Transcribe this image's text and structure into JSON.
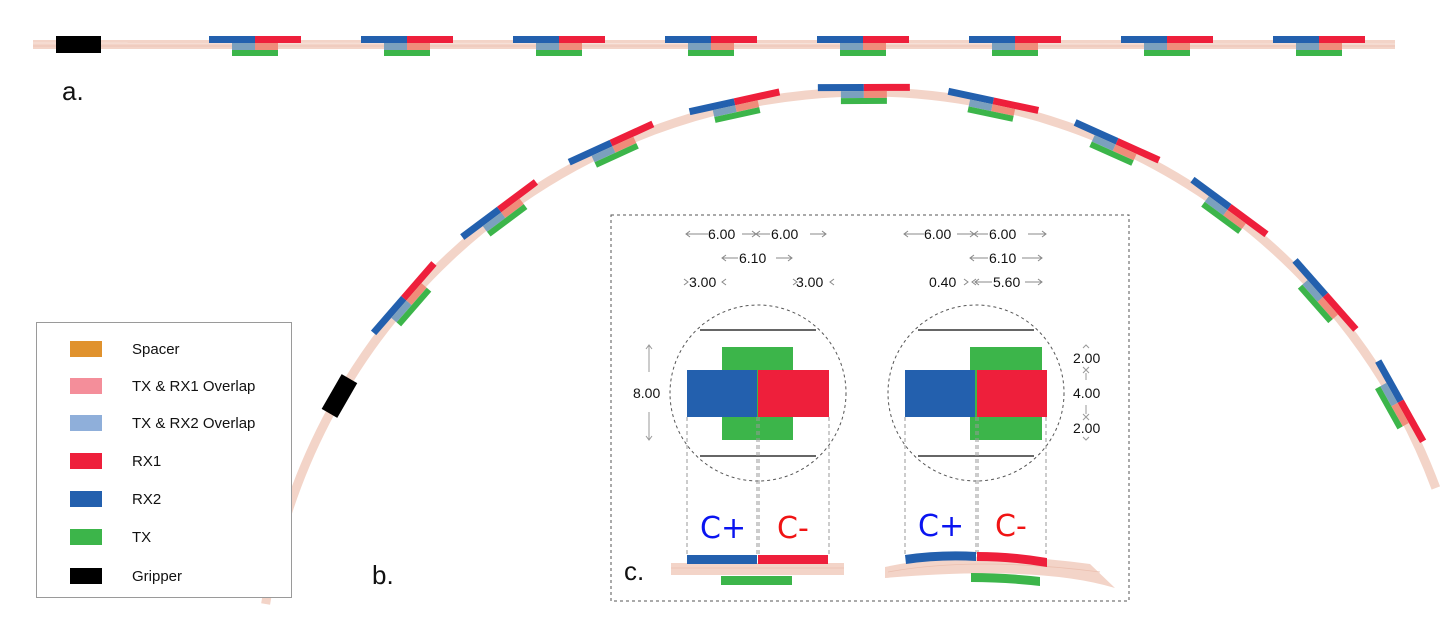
{
  "colors": {
    "spacer": "#E0922E",
    "tx_rx1_overlap": "#F48E9A",
    "tx_rx2_overlap": "#8FAFDA",
    "rx1": "#EE1F3B",
    "rx2": "#2360AE",
    "tx": "#3CB54A",
    "gripper": "#000000",
    "substrate": "#F3D4C8",
    "c_plus": "#0A14F0",
    "c_minus": "#F01414"
  },
  "panels": {
    "a": "a.",
    "b": "b.",
    "c": "c."
  },
  "legend": {
    "items": [
      {
        "key": "spacer",
        "label": "Spacer"
      },
      {
        "key": "tx_rx1_overlap",
        "label": "TX & RX1 Overlap"
      },
      {
        "key": "tx_rx2_overlap",
        "label": "TX & RX2 Overlap"
      },
      {
        "key": "rx1",
        "label": "RX1"
      },
      {
        "key": "rx2",
        "label": "RX2"
      },
      {
        "key": "tx",
        "label": "TX"
      },
      {
        "key": "gripper",
        "label": "Gripper"
      }
    ]
  },
  "panel_a": {
    "electrode_sets": 8,
    "has_gripper": true
  },
  "panel_b": {
    "electrode_sets": 10,
    "has_gripper": true
  },
  "detail_left": {
    "dims_top": [
      "6.00",
      "6.00"
    ],
    "dim_middle": "6.10",
    "dims_bottom": [
      "3.00",
      "3.00"
    ],
    "dim_height": "8.00",
    "c_plus": "C+",
    "c_minus": "C-"
  },
  "detail_right": {
    "dims_top": [
      "6.00",
      "6.00"
    ],
    "dim_middle": "6.10",
    "dims_bottom": [
      "0.40",
      "5.60"
    ],
    "dims_vertical": [
      "2.00",
      "4.00",
      "2.00"
    ],
    "c_plus": "C+",
    "c_minus": "C-"
  }
}
